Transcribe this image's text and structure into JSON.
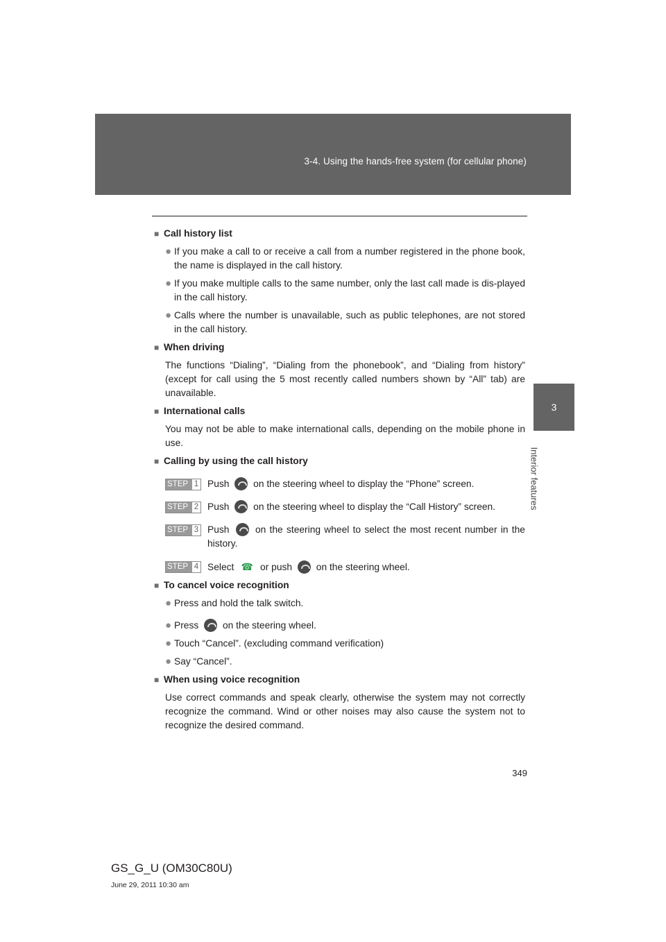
{
  "header": {
    "title": "3-4. Using the hands-free system (for cellular phone)"
  },
  "chapter": {
    "number": "3",
    "title": "Interior features"
  },
  "sections": {
    "call_history": {
      "title": "Call history list",
      "bullets": [
        "If you make a call to or receive a call from a number registered in the phone book, the name is displayed in the call history.",
        "If you make multiple calls to the same number, only the last call made is dis-played in the call history.",
        "Calls where the number is unavailable, such as public telephones, are not stored in the call history."
      ]
    },
    "when_driving": {
      "title": "When driving",
      "text": "The functions “Dialing”, “Dialing from the phonebook”, and “Dialing from history” (except for call using the 5 most recently called numbers shown by “All” tab) are unavailable."
    },
    "international": {
      "title": "International calls",
      "text": "You may not be able to make international calls, depending on the mobile phone in use."
    },
    "calling_history": {
      "title": "Calling by using the call history",
      "step_word": "STEP",
      "steps": [
        {
          "n": "1",
          "a": "Push",
          "b": "on the steering wheel to display the “Phone” screen."
        },
        {
          "n": "2",
          "a": "Push",
          "b": "on the steering wheel to display the “Call History” screen."
        },
        {
          "n": "3",
          "a": "Push",
          "b": "on the steering wheel to select the most recent number in the history."
        },
        {
          "n": "4",
          "a": "Select",
          "mid": "or push",
          "b": "on the steering wheel."
        }
      ]
    },
    "cancel_voice": {
      "title": "To cancel voice recognition",
      "b1": "Press and hold the talk switch.",
      "b2_a": "Press",
      "b2_b": "on the steering wheel.",
      "b3": "Touch “Cancel”. (excluding command verification)",
      "b4": "Say “Cancel”."
    },
    "using_voice": {
      "title": "When using voice recognition",
      "text": "Use correct commands and speak clearly, otherwise the system may not correctly recognize the command. Wind or other noises may also cause the system not to recognize the desired command."
    }
  },
  "icons": {
    "steering_button": "phone-talk-icon",
    "green": "off-hook-phone-icon"
  },
  "colors": {
    "band": "#646464"
  },
  "footer": {
    "page_number": "349",
    "model": "GS_G_U (OM30C80U)",
    "date": "June 29, 2011 10:30 am"
  }
}
